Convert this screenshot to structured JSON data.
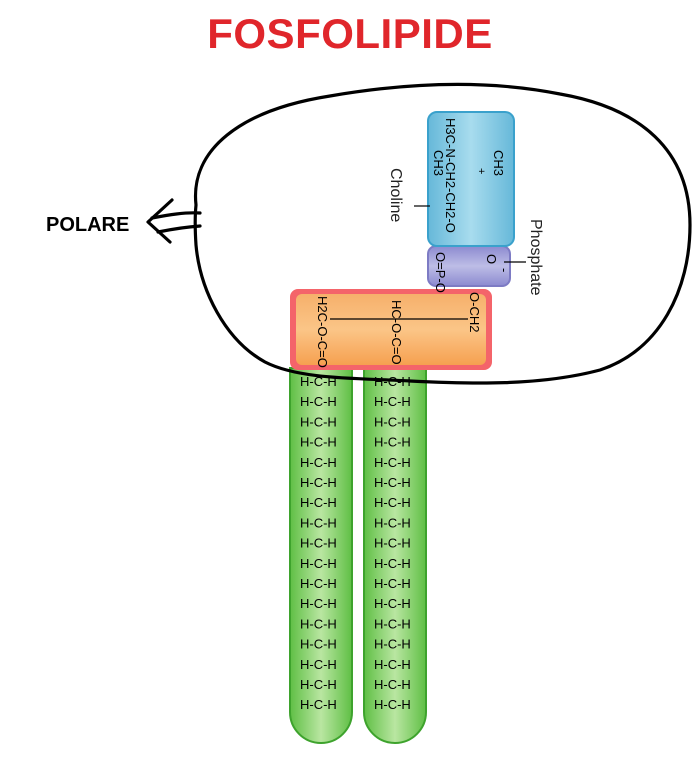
{
  "title": "FOSFOLIPIDE",
  "polar_label": "POLARE",
  "labels": {
    "choline": "Choline",
    "phosphate": "Phosphate"
  },
  "choline_group": {
    "row1": "CH3",
    "row2": "H3C-N-CH2-CH2-O",
    "row3": "CH3",
    "charge": "+"
  },
  "phosphate_group": {
    "row1": "O",
    "row2": "O=P-O",
    "charge": "-"
  },
  "glycerol_group": {
    "left": "H2C-O-C=O",
    "middle": "HC-O-C=O",
    "right": "O-CH2"
  },
  "tail_unit": "H-C-H",
  "tail_units_per_chain": 17,
  "colors": {
    "title": "#e0262b",
    "choline": "#8fd0e6",
    "phosphate": "#a9a8d8",
    "glycerol": "#f6a85a",
    "glycerol_border": "#f2545a",
    "tails": "#95d47a",
    "tails_border": "#4caf3a",
    "outline": "#000000"
  }
}
